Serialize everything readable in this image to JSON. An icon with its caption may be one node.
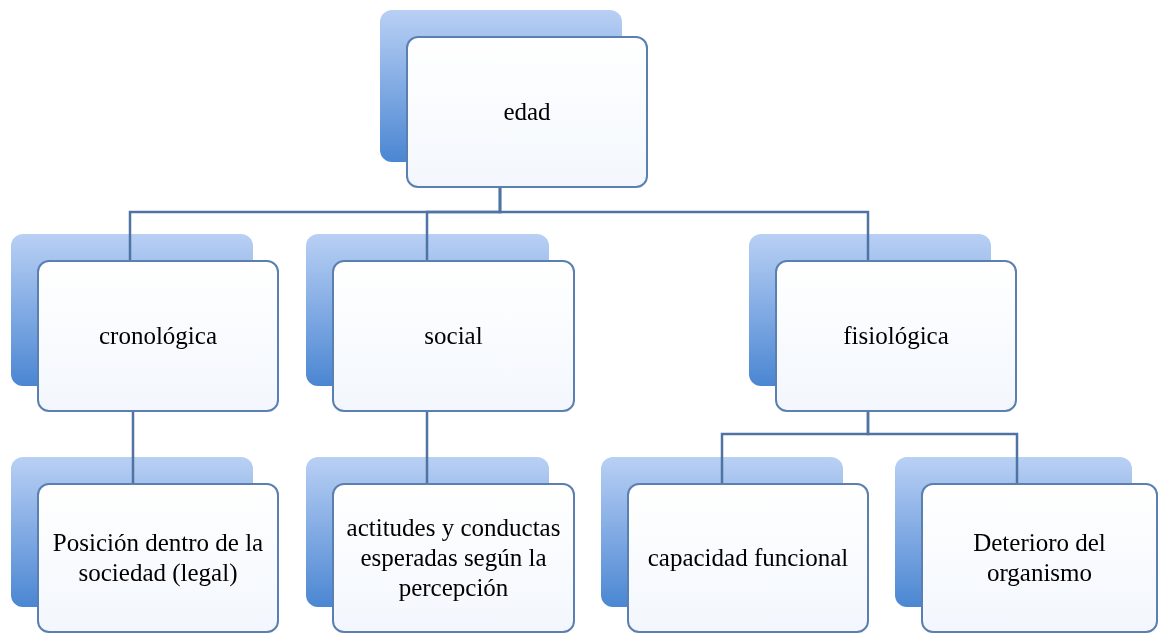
{
  "diagram": {
    "nodes": [
      {
        "text": [
          "edad"
        ]
      },
      {
        "text": [
          "cronológica"
        ]
      },
      {
        "text": [
          "social"
        ]
      },
      {
        "text": [
          "fisiológica"
        ]
      },
      {
        "text": [
          "Posición dentro de la sociedad (legal)"
        ]
      },
      {
        "text": [
          "actitudes y conductas esperadas según la percepción"
        ]
      },
      {
        "text": [
          "capacidad funcional"
        ]
      },
      {
        "text": [
          "Deterioro del organismo"
        ]
      }
    ],
    "edges": [
      {
        "from": 0,
        "to": 1,
        "arrow": "none"
      },
      {
        "from": 0,
        "to": 2,
        "arrow": "none"
      },
      {
        "from": 0,
        "to": 3,
        "arrow": "none"
      },
      {
        "from": 1,
        "to": 4,
        "arrow": "none"
      },
      {
        "from": 2,
        "to": 5,
        "arrow": "none"
      },
      {
        "from": 3,
        "to": 6,
        "arrow": "none"
      },
      {
        "from": 3,
        "to": 7,
        "arrow": "none"
      }
    ]
  }
}
